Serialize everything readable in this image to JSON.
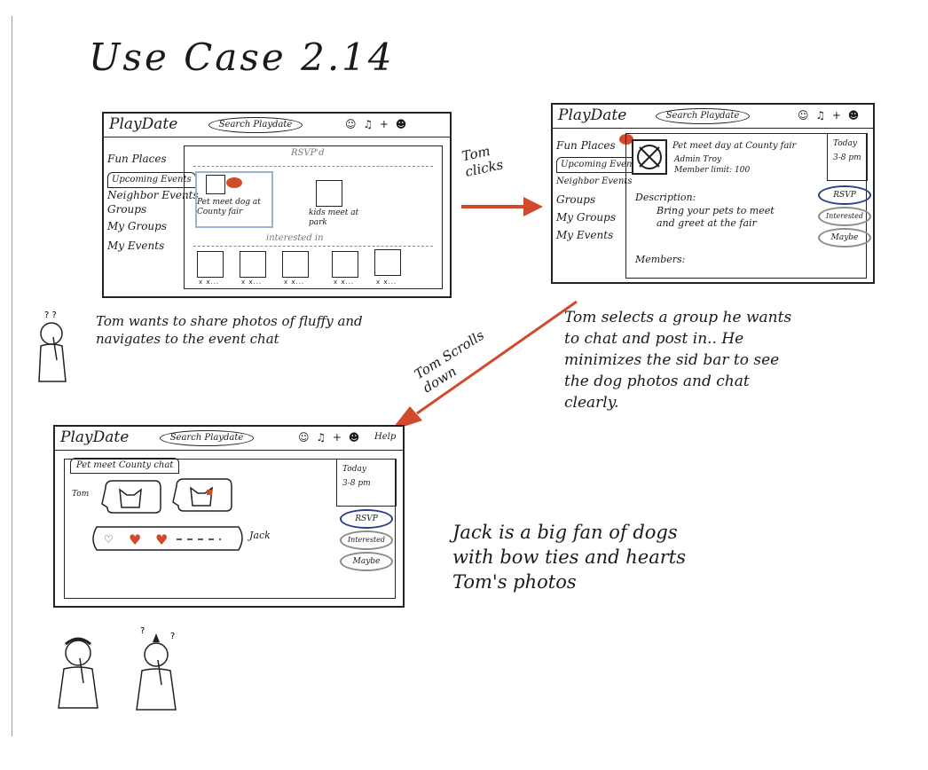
{
  "title": "Use Case 2.14",
  "frame1": {
    "logo": "PlayDate",
    "search": "Search Playdate",
    "icons": "☺ ♫ + ☻",
    "sidebar": [
      "Fun Places",
      "Upcoming Events",
      "Neighbor Events",
      "Groups",
      "My Groups",
      "My Events"
    ],
    "rsvpd": "RSVP'd",
    "event1": "Pet meet dog at County fair",
    "event2": "kids meet at park",
    "interested": "interested in",
    "thumb_label": "x x..."
  },
  "frame2": {
    "logo": "PlayDate",
    "search": "Search Playdate",
    "icons": "☺ ♫ + ☻",
    "sidebar": [
      "Fun Places",
      "Upcoming Events",
      "Neighbor Events",
      "Groups",
      "My Groups",
      "My Events"
    ],
    "event_title": "Pet meet day at County fair",
    "admin": "Admin Troy",
    "member_limit": "Member limit: 100",
    "date": "Today",
    "time": "3-8 pm",
    "description_label": "Description:",
    "description": "Bring your pets to meet and greet at the fair",
    "members": "Members:",
    "rsvp": "RSVP",
    "interested_btn": "Interested",
    "maybe": "Maybe"
  },
  "frame3": {
    "logo": "PlayDate",
    "search": "Search Playdate",
    "icons": "☺ ♫ + ☻",
    "help": "Help",
    "tab": "Pet meet County chat",
    "tom": "Tom",
    "jack": "Jack",
    "date": "Today",
    "time": "3-8 pm",
    "rsvp": "RSVP",
    "interested_btn": "Interested",
    "maybe": "Maybe"
  },
  "arrows": {
    "tom_clicks": "Tom clicks",
    "tom_scrolls": "Tom Scrolls down"
  },
  "notes": {
    "note1": "Tom wants to share photos of fluffy and navigates to the event chat",
    "note2": "Tom selects a group he wants to chat and post in.. He minimizes the sid bar to see the dog photos and chat clearly.",
    "note3": "Jack is a big fan of dogs with bow ties and hearts Tom's photos"
  },
  "colors": {
    "accent": "#d14a2b",
    "rsvp_border": "#2a3f86",
    "select_blue": "#9db2d4"
  }
}
